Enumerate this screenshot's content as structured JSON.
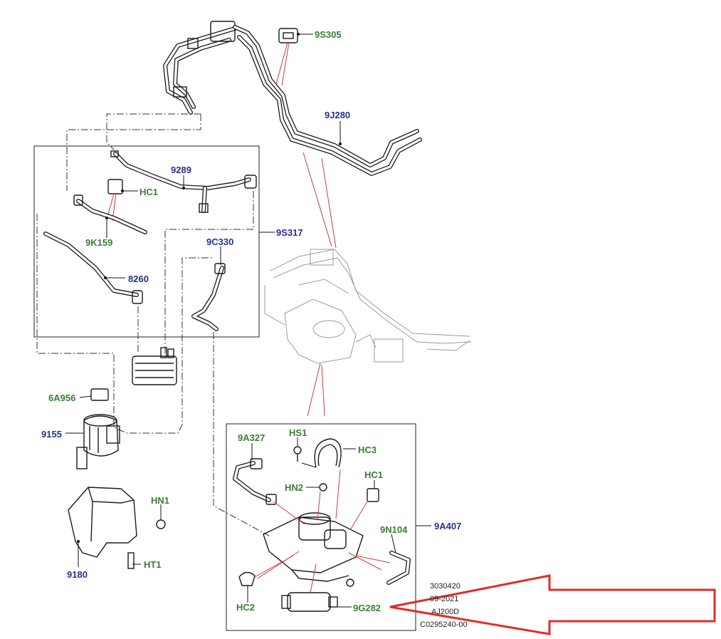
{
  "labels": {
    "p9S305": "9S305",
    "p9J280": "9J280",
    "p9289": "9289",
    "pHC1a": "HC1",
    "p9K159": "9K159",
    "p9S317": "9S317",
    "p9C330": "9C330",
    "p8260": "8260",
    "p6A956": "6A956",
    "p9155": "9155",
    "p9180": "9180",
    "pHN1": "HN1",
    "pHT1": "HT1",
    "p9A327": "9A327",
    "pHS1": "HS1",
    "pHC3": "HC3",
    "pHN2": "HN2",
    "pHC1b": "HC1",
    "p9N104": "9N104",
    "p9A407": "9A407",
    "pHC2": "HC2",
    "p9G282": "9G282"
  },
  "reference": {
    "line1": "3030420",
    "line2": "09-2021",
    "line3": "AJ200D",
    "line4": "C0295240-00"
  },
  "colors": {
    "blue_label": "#2a2f8f",
    "green_label": "#3f7a3a",
    "highlight_arrow": "#e32b2b",
    "leader_red": "#d23a3a"
  }
}
